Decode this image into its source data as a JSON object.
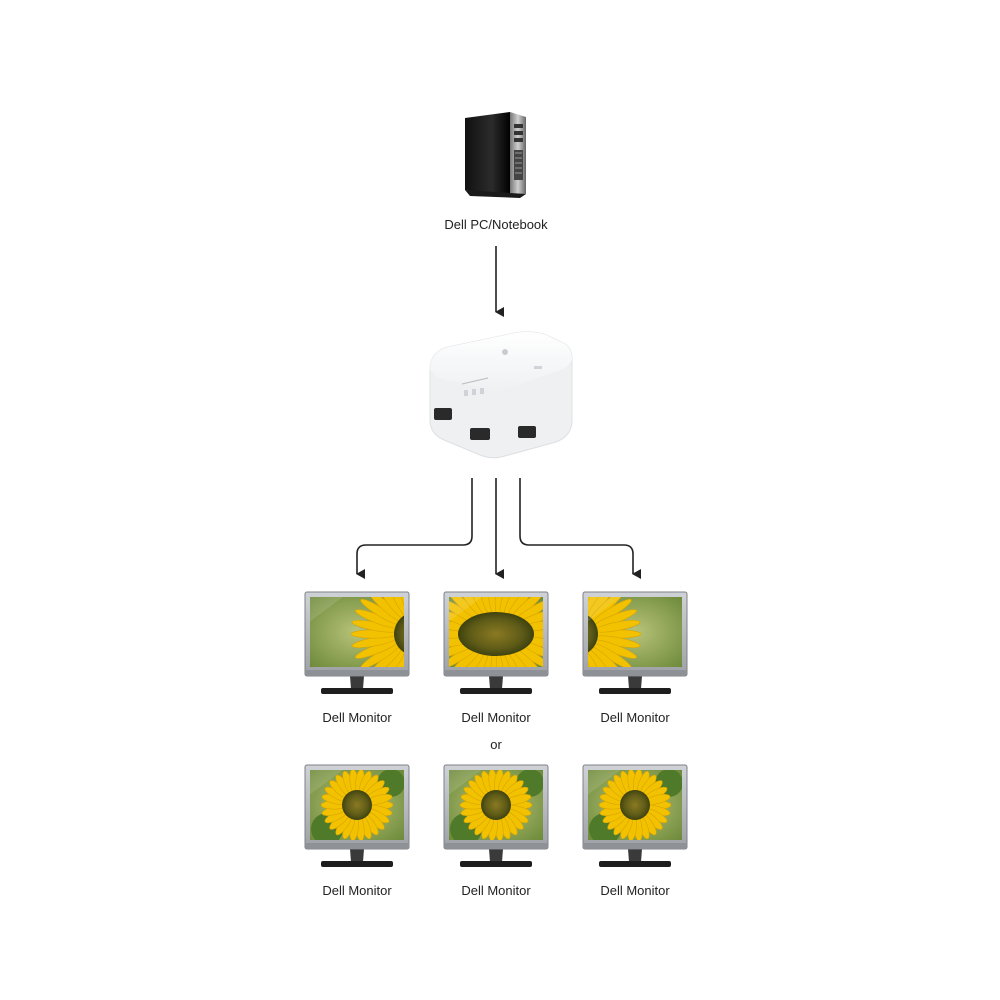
{
  "source": {
    "label": "Dell PC/Notebook",
    "icon": "tower-pc-icon"
  },
  "hub": {
    "icon": "display-hub-icon"
  },
  "monitor_rows": [
    {
      "monitors": [
        {
          "label": "Dell Monitor",
          "screen": "sunflower-left-third"
        },
        {
          "label": "Dell Monitor",
          "screen": "sunflower-center-third"
        },
        {
          "label": "Dell Monitor",
          "screen": "sunflower-right-third"
        }
      ]
    },
    {
      "monitors": [
        {
          "label": "Dell Monitor",
          "screen": "sunflower-full"
        },
        {
          "label": "Dell Monitor",
          "screen": "sunflower-full"
        },
        {
          "label": "Dell Monitor",
          "screen": "sunflower-full"
        }
      ]
    }
  ],
  "separator": "or",
  "colors": {
    "line": "#222222",
    "flower": "#f2c200",
    "disk": "#6b6a1e",
    "leaf": "#4f7a2a"
  }
}
